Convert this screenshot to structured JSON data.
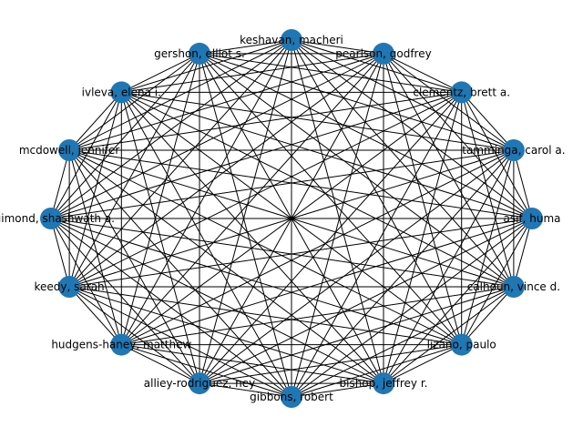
{
  "graph": {
    "node_color": "#1f77b4",
    "edge_color": "#000000",
    "complete_graph": true,
    "nodes": [
      "keshavan, macheri",
      "pearlson, godfrey",
      "clementz, brett a.",
      "tamminga, carol a.",
      "asif, huma",
      "calhoun, vince d.",
      "lizano, paulo",
      "bishop, jeffrey r.",
      "gibbons, robert",
      "alliey-rodriguez, ney",
      "hudgens-haney, matthew",
      "keedy, sarah",
      "guimond, shashwath a.",
      "mcdowell, jennifer",
      "ivleva, elena i.",
      "gershon, elliot s."
    ]
  }
}
